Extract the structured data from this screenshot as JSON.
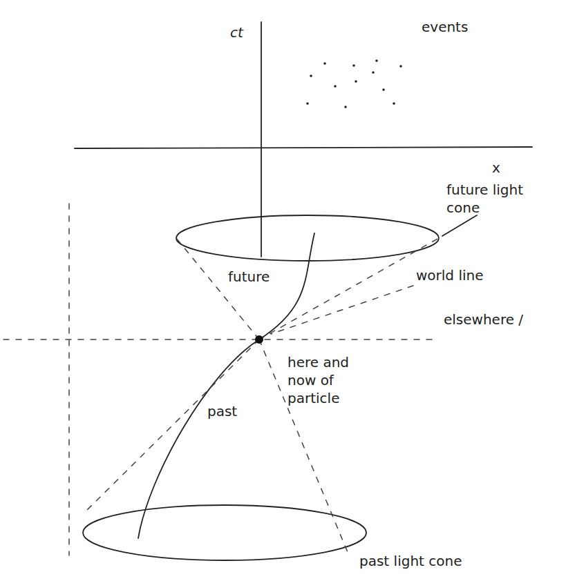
{
  "diagram": {
    "labels": [
      "ct",
      "events",
      "x",
      "future light cone",
      "future",
      "world line",
      "elsewhere /",
      "here and now of particle",
      "past",
      "past light cone"
    ]
  }
}
